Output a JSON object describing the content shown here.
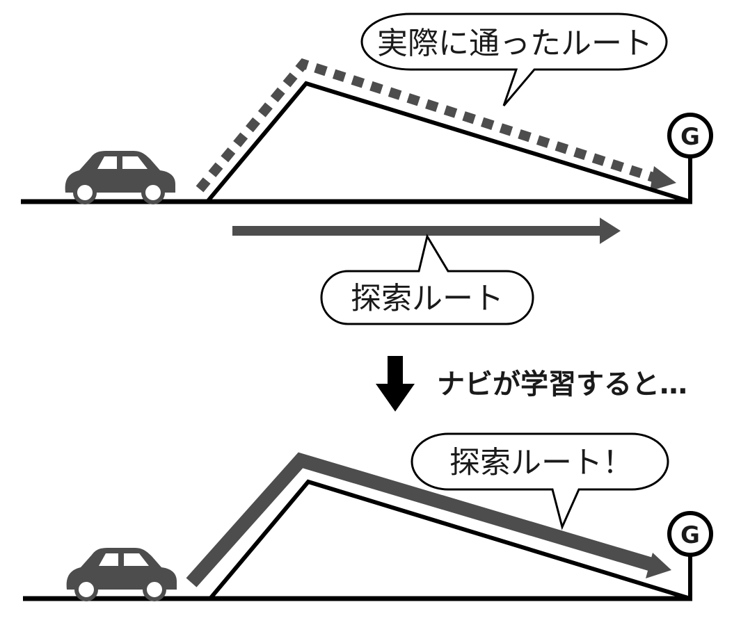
{
  "colors": {
    "road": "#000000",
    "route": "#4d4d4d",
    "car": "#4d4d4d",
    "bubble_border": "#000000",
    "bubble_fill": "#ffffff"
  },
  "top_panel": {
    "actual_route_bubble": "実際に通ったルート",
    "search_route_bubble": "探索ルート",
    "goal_label": "G",
    "icons": [
      "car-icon",
      "goal-marker-icon"
    ]
  },
  "transition": {
    "text": "ナビが学習すると…",
    "icon": "down-arrow-icon"
  },
  "bottom_panel": {
    "search_route_bubble": "探索ルート！",
    "goal_label": "G",
    "icons": [
      "car-icon",
      "goal-marker-icon"
    ]
  }
}
